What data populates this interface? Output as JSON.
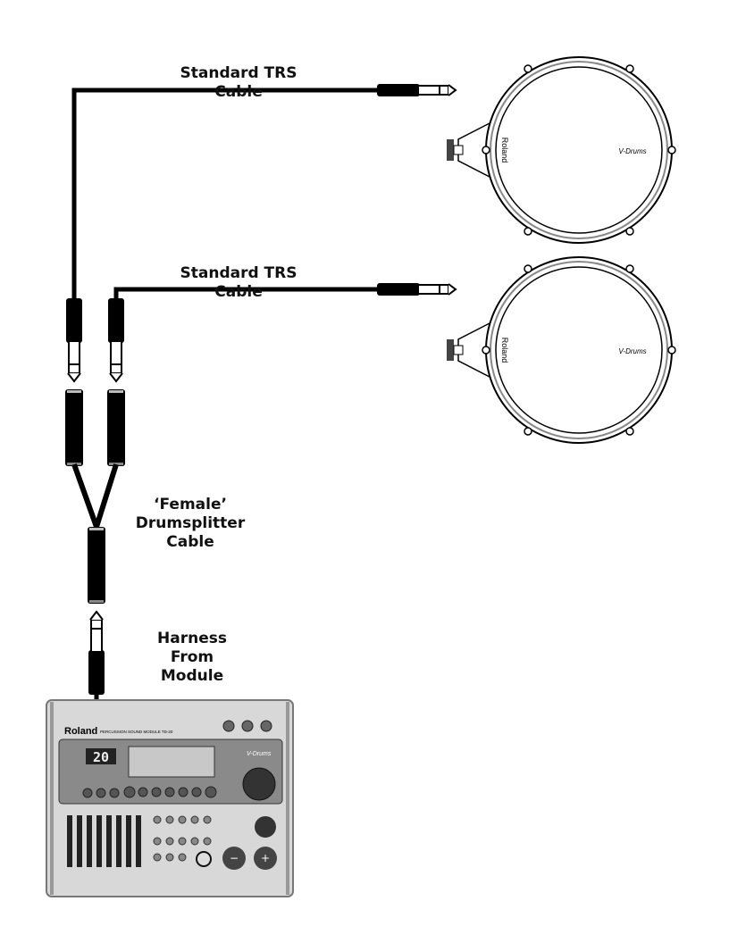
{
  "labels": {
    "cable_top": "Standard TRS Cable",
    "cable_bottom": "Standard TRS Cable",
    "splitter": [
      "‘Female’",
      "Drumsplitter",
      "Cable"
    ],
    "harness": [
      "Harness",
      "From",
      "Module"
    ]
  },
  "pads": [
    {
      "brand": "Roland",
      "logo": "V-Drums"
    },
    {
      "brand": "Roland",
      "logo": "V-Drums"
    }
  ],
  "module": {
    "brand": "Roland",
    "model": "PERCUSSION SOUND MODULE TD-20",
    "display_number": "20",
    "logo": "V-Drums"
  },
  "colors": {
    "cable": "#000000",
    "module_body": "#d8d8d8",
    "module_panel": "#8a8a8a"
  }
}
